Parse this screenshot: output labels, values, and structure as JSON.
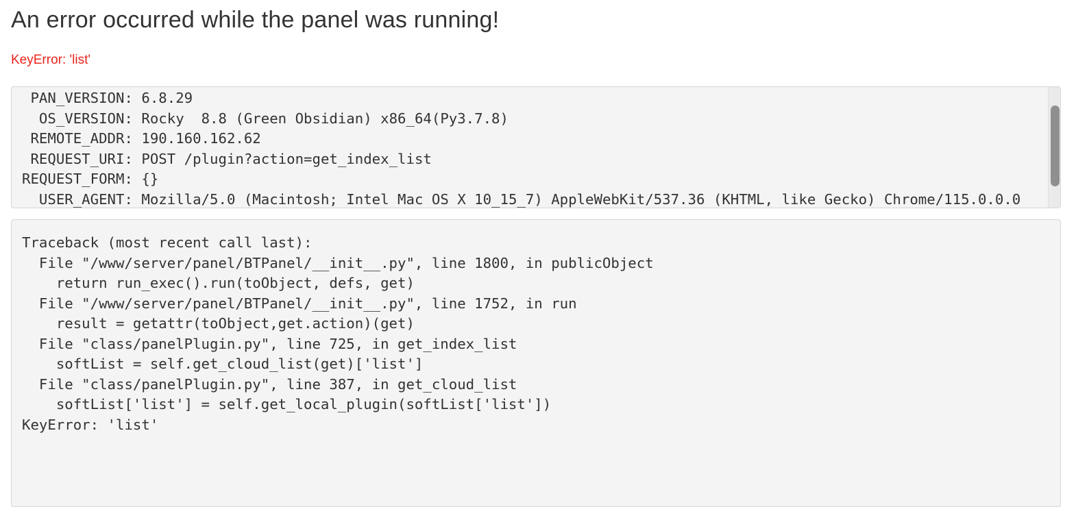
{
  "title": "An error occurred while the panel was running!",
  "error_message": "KeyError: 'list'",
  "info": [
    {
      "label": " PAN_VERSION:",
      "value": "6.8.29"
    },
    {
      "label": "  OS_VERSION:",
      "value": "Rocky  8.8 (Green Obsidian) x86_64(Py3.7.8)"
    },
    {
      "label": " REMOTE_ADDR:",
      "value": "190.160.162.62"
    },
    {
      "label": " REQUEST_URI:",
      "value": "POST /plugin?action=get_index_list"
    },
    {
      "label": "REQUEST_FORM:",
      "value": "{}"
    },
    {
      "label": "  USER_AGENT:",
      "value": "Mozilla/5.0 (Macintosh; Intel Mac OS X 10_15_7) AppleWebKit/537.36 (KHTML, like Gecko) Chrome/115.0.0.0"
    }
  ],
  "traceback": [
    "Traceback (most recent call last):",
    "  File \"/www/server/panel/BTPanel/__init__.py\", line 1800, in publicObject",
    "    return run_exec().run(toObject, defs, get)",
    "  File \"/www/server/panel/BTPanel/__init__.py\", line 1752, in run",
    "    result = getattr(toObject,get.action)(get)",
    "  File \"class/panelPlugin.py\", line 725, in get_index_list",
    "    softList = self.get_cloud_list(get)['list']",
    "  File \"class/panelPlugin.py\", line 387, in get_cloud_list",
    "    softList['list'] = self.get_local_plugin(softList['list'])",
    "KeyError: 'list'"
  ],
  "colors": {
    "error": "#e8241b",
    "box_bg": "#f4f4f4"
  }
}
